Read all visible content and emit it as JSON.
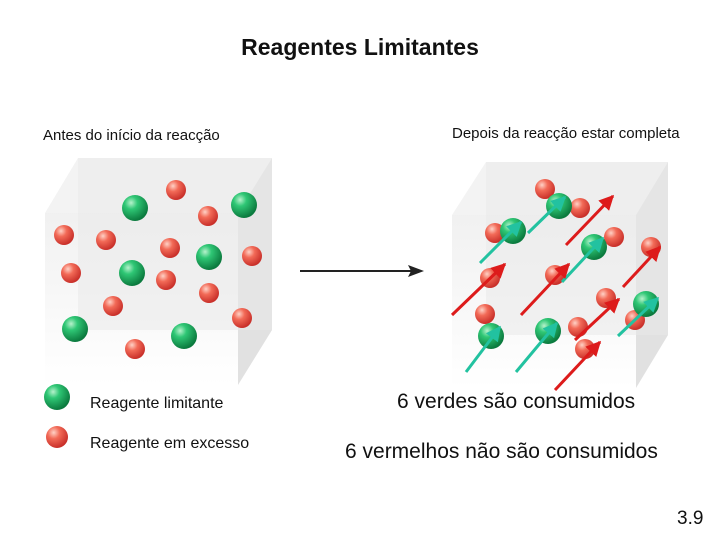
{
  "title": "Reagentes Limitantes",
  "before": {
    "label": "Antes do início da reacção"
  },
  "after": {
    "label": "Depois da reacção estar completa"
  },
  "legend": {
    "limiting": "Reagente limitante",
    "excess": "Reagente em excesso"
  },
  "results": {
    "green": "6 verdes são consumidos",
    "red": "6 vermelhos não são consumidos"
  },
  "page_number": "3.9",
  "colors": {
    "green_sphere": "#17a85a",
    "red_sphere": "#ee5a4a",
    "green_arrow": "#22c2a0",
    "red_arrow": "#dd1b1b"
  },
  "icons": {
    "reaction_arrow": "arrow-right-icon"
  }
}
